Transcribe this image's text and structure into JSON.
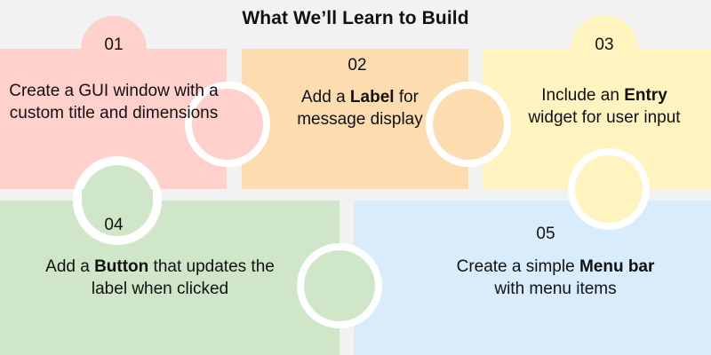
{
  "title": "What We’ll Learn to Build",
  "colors": {
    "background": "#f2f2f2",
    "piece_1": "#ffd0cc",
    "piece_2": "#fddcb0",
    "piece_3": "#fff3c0",
    "piece_4": "#d0e6c8",
    "piece_5": "#d8ecfc",
    "ring": "#ffffff"
  },
  "pieces": [
    {
      "number": "01",
      "parts": [
        {
          "text": "Create a GUI window with a custom title and dimensions",
          "bold": false
        }
      ]
    },
    {
      "number": "02",
      "parts": [
        {
          "text": "Add a ",
          "bold": false
        },
        {
          "text": "Label",
          "bold": true
        },
        {
          "text": " for message display",
          "bold": false
        }
      ]
    },
    {
      "number": "03",
      "parts": [
        {
          "text": "Include an ",
          "bold": false
        },
        {
          "text": "Entry",
          "bold": true
        },
        {
          "text": " widget for user input",
          "bold": false
        }
      ]
    },
    {
      "number": "04",
      "parts": [
        {
          "text": "Add a ",
          "bold": false
        },
        {
          "text": "Button",
          "bold": true
        },
        {
          "text": " that updates the label when clicked",
          "bold": false
        }
      ]
    },
    {
      "number": "05",
      "parts": [
        {
          "text": "Create a simple ",
          "bold": false
        },
        {
          "text": "Menu bar",
          "bold": true
        },
        {
          "text": " with menu items",
          "bold": false
        }
      ]
    }
  ]
}
